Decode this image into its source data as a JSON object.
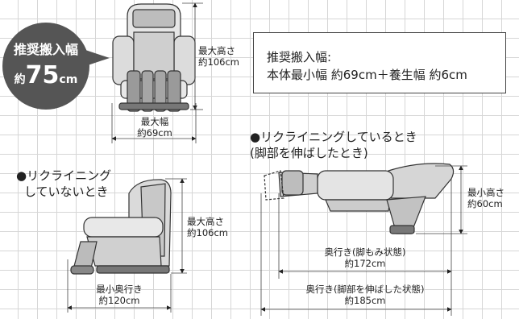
{
  "badge": {
    "line1": "推奨搬入幅",
    "prefix": "約",
    "value": "75",
    "unit": "cm"
  },
  "note": {
    "line1": "推奨搬入幅:",
    "line2": "本体最小幅 約69cm＋養生幅 約6cm"
  },
  "front_view": {
    "height_label": "最大高さ",
    "height_value": "約106cm",
    "width_label": "最大幅",
    "width_value": "約69cm"
  },
  "upright_view": {
    "heading_line1": "●リクライニング",
    "heading_line2": "していないとき",
    "height_label": "最大高さ",
    "height_value": "約106cm",
    "depth_label": "最小奥行き",
    "depth_value": "約120cm"
  },
  "reclined_view": {
    "heading_line1": "●リクライニングしているとき",
    "heading_line2": "(脚部を伸ばしたとき)",
    "height_label": "最小高さ",
    "height_value": "約60cm",
    "depth1_label": "奥行き(脚もみ状態)",
    "depth1_value": "約172cm",
    "depth2_label": "奥行き(脚部を伸ばした状態)",
    "depth2_value": "約185cm"
  }
}
